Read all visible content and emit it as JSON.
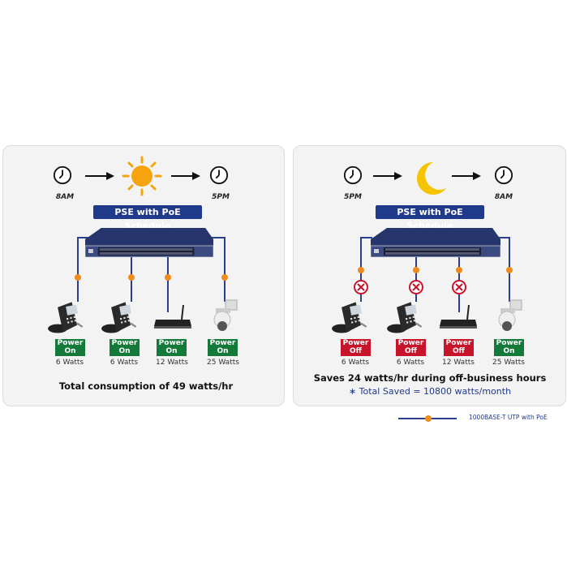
{
  "left": {
    "start_time": "8AM",
    "end_time": "5PM",
    "badge": "PSE with PoE Schedule",
    "devices": [
      {
        "type": "ip-phone",
        "status": "Power On",
        "watts": "6 Watts"
      },
      {
        "type": "ip-phone",
        "status": "Power On",
        "watts": "6 Watts"
      },
      {
        "type": "wireless-ap",
        "status": "Power On",
        "watts": "12 Watts"
      },
      {
        "type": "ip-camera",
        "status": "Power On",
        "watts": "25 Watts"
      }
    ],
    "summary": "Total consumption of 49 watts/hr"
  },
  "right": {
    "start_time": "5PM",
    "end_time": "8AM",
    "badge": "PSE with PoE Schedule",
    "devices": [
      {
        "type": "ip-phone",
        "status": "Power Off",
        "watts": "6 Watts"
      },
      {
        "type": "ip-phone",
        "status": "Power Off",
        "watts": "6 Watts"
      },
      {
        "type": "wireless-ap",
        "status": "Power Off",
        "watts": "12 Watts"
      },
      {
        "type": "ip-camera",
        "status": "Power On",
        "watts": "25 Watts"
      }
    ],
    "summary": "Saves 24 watts/hr during off-business hours",
    "total_saved": "∗ Total Saved = 10800 watts/month"
  },
  "legend": {
    "label": "1000BASE-T UTP with PoE"
  },
  "colors": {
    "on": "#137a3a",
    "off": "#c8142b",
    "cable": "#2b3f8f",
    "poe": "#f08a1c",
    "badge": "#1f3a8a"
  }
}
